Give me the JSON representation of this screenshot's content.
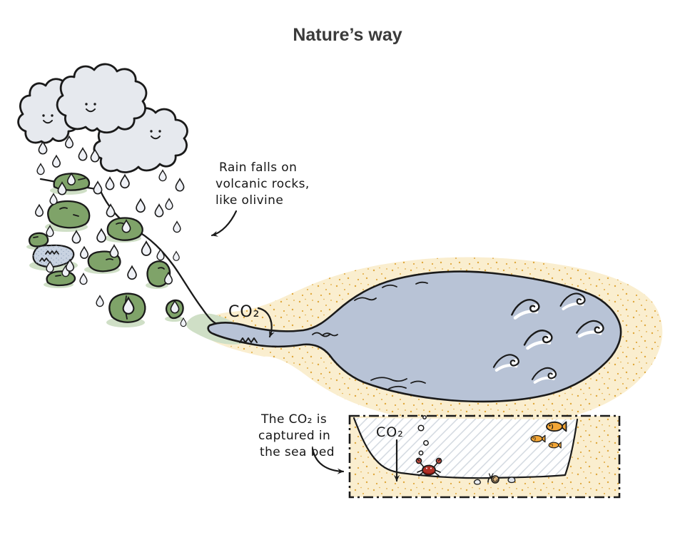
{
  "title": "Nature’s way",
  "annotations": {
    "rain": {
      "line1": "Rain falls on",
      "line2": "volcanic rocks,",
      "line3": "like olivine"
    },
    "co2_stream_label": "CO₂",
    "seabed": {
      "line1": "The CO₂ is",
      "line2": "captured in",
      "line3": "the sea bed"
    },
    "co2_seabed_label": "CO₂"
  },
  "colors": {
    "ink": "#1a1a1a",
    "title_text": "#3a3a3a",
    "cloud_fill": "#e6e9ee",
    "raindrop_fill": "#eff1f6",
    "rock_green": "#7fa369",
    "rock_shadow": "#cfdfc6",
    "water_blue": "#b8c3d6",
    "pond_blue": "#c9d3e1",
    "sand": "#faeecf",
    "sand_dot": "#dfa83d",
    "hatch_blue": "#cfd6de",
    "crab_red": "#b03026",
    "fish_orange": "#f3a637"
  }
}
